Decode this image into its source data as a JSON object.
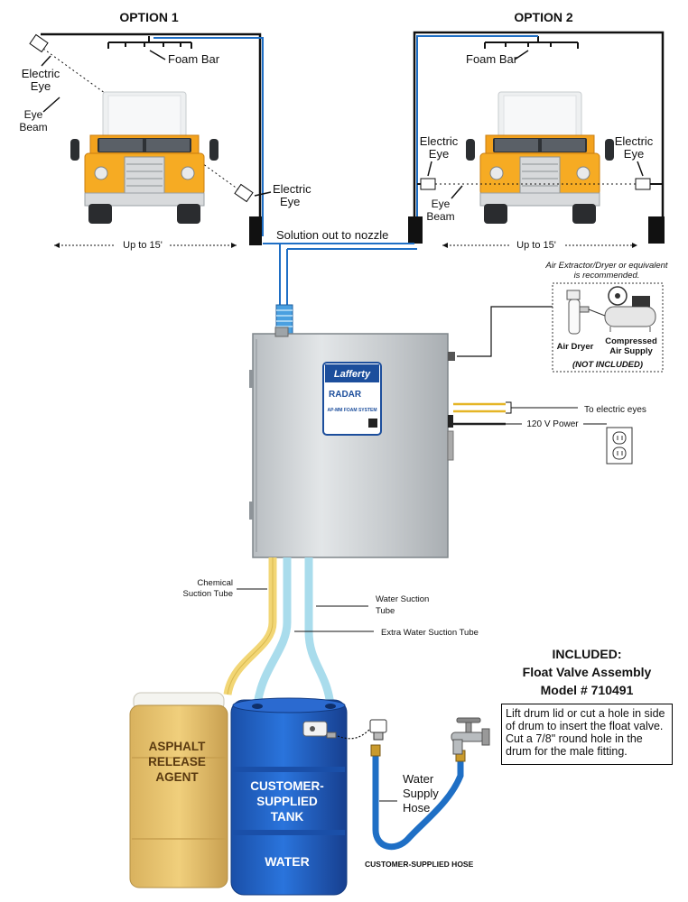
{
  "option1": {
    "title": "OPTION 1",
    "foam_bar": "Foam Bar",
    "electric_eye_top": [
      "Electric",
      "Eye"
    ],
    "eye_beam": [
      "Eye",
      "Beam"
    ],
    "electric_eye_bottom": [
      "Electric",
      "Eye"
    ],
    "width_label": "Up to 15'"
  },
  "option2": {
    "title": "OPTION 2",
    "foam_bar": "Foam Bar",
    "electric_eye_left": [
      "Electric",
      "Eye"
    ],
    "electric_eye_right": [
      "Electric",
      "Eye"
    ],
    "eye_beam": [
      "Eye",
      "Beam"
    ],
    "width_label": "Up to 15'"
  },
  "solution_label": "Solution out to nozzle",
  "air_supply": {
    "note": [
      "Air Extractor/Dryer or equivalent",
      "is recommended."
    ],
    "air_dryer": "Air Dryer",
    "compressed": [
      "Compressed",
      "Air Supply"
    ],
    "not_included": "(NOT INCLUDED)"
  },
  "electric_eyes_label": "To electric eyes",
  "power_label": "120 V Power",
  "unit": {
    "brand": "Lafferty",
    "product": "RADAR",
    "model": "AP-MM FOAM SYSTEM"
  },
  "tubes": {
    "chemical": [
      "Chemical",
      "Suction Tube"
    ],
    "water": [
      "Water Suction",
      "Tube"
    ],
    "extra_water": "Extra Water Suction Tube"
  },
  "included": {
    "heading": "INCLUDED:",
    "item": "Float Valve Assembly",
    "model": "Model # 710491",
    "instructions": "Lift drum lid or cut a hole in side of drum to insert the float valve. Cut a 7/8\" round hole in the drum for the male fitting."
  },
  "drum_asphalt": [
    "ASPHALT",
    "RELEASE",
    "AGENT"
  ],
  "drum_water": [
    "CUSTOMER-",
    "SUPPLIED",
    "TANK"
  ],
  "drum_water_label": "WATER",
  "hose": {
    "label": [
      "Water",
      "Supply",
      "Hose"
    ],
    "customer_supplied": "CUSTOMER-SUPPLIED HOSE"
  },
  "colors": {
    "truck_orange": "#f3a21d",
    "hose_blue": "#1f6fc5",
    "drum_blue": "#1e5fc2",
    "chemical_yellow": "#f2d675",
    "water_tube": "#a9dcec",
    "steel": "#cfd3d6"
  }
}
